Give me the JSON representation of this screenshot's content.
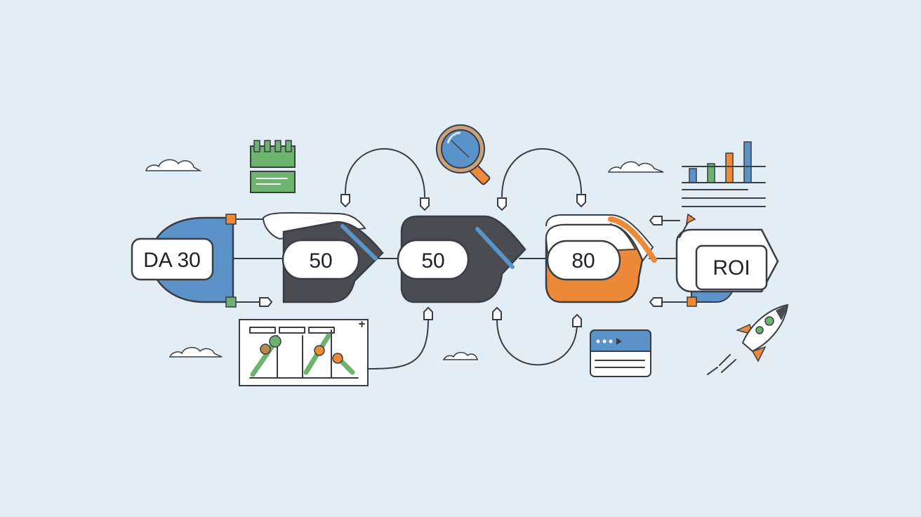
{
  "stages": [
    {
      "id": "stage-1",
      "label": "DA 30"
    },
    {
      "id": "stage-2",
      "label": "50"
    },
    {
      "id": "stage-3",
      "label": "50"
    },
    {
      "id": "stage-4",
      "label": "80"
    },
    {
      "id": "stage-5",
      "label": "ROI"
    }
  ],
  "icons": [
    "calendar-icon",
    "magnifier-icon",
    "bar-chart-icon",
    "cloud-icon",
    "line-chart-board-icon",
    "browser-window-icon",
    "rocket-icon",
    "flag-icon"
  ],
  "colors": {
    "background": "#e3edf6",
    "outline": "#3a3d44",
    "blue": "#5b93c8",
    "dark": "#4a4c52",
    "orange": "#ec8a3a",
    "green": "#6db36f",
    "white": "#ffffff"
  }
}
